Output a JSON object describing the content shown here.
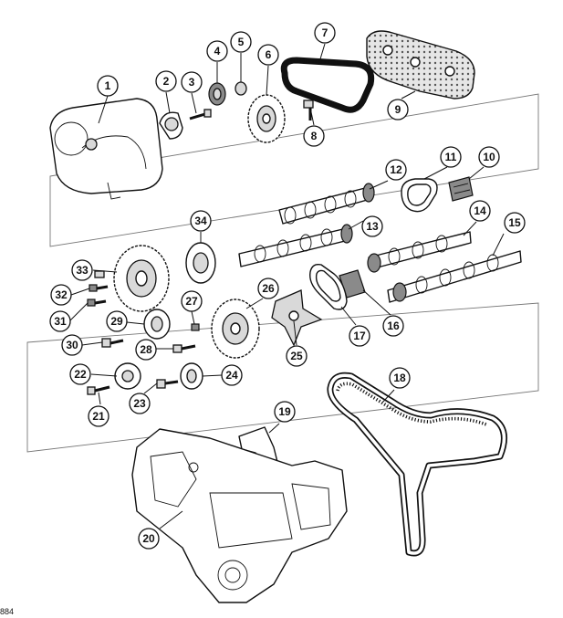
{
  "figure_ref": "884",
  "callouts": [
    "1",
    "2",
    "3",
    "4",
    "5",
    "6",
    "7",
    "8",
    "9",
    "10",
    "11",
    "12",
    "13",
    "14",
    "15",
    "16",
    "17",
    "18",
    "19",
    "20",
    "21",
    "22",
    "23",
    "24",
    "25",
    "26",
    "27",
    "28",
    "29",
    "30",
    "31",
    "32",
    "33",
    "34"
  ],
  "colors": {
    "line": "#111111",
    "fill": "#ffffff",
    "shade": "#d9d9d9",
    "dark": "#8a8a8a"
  }
}
